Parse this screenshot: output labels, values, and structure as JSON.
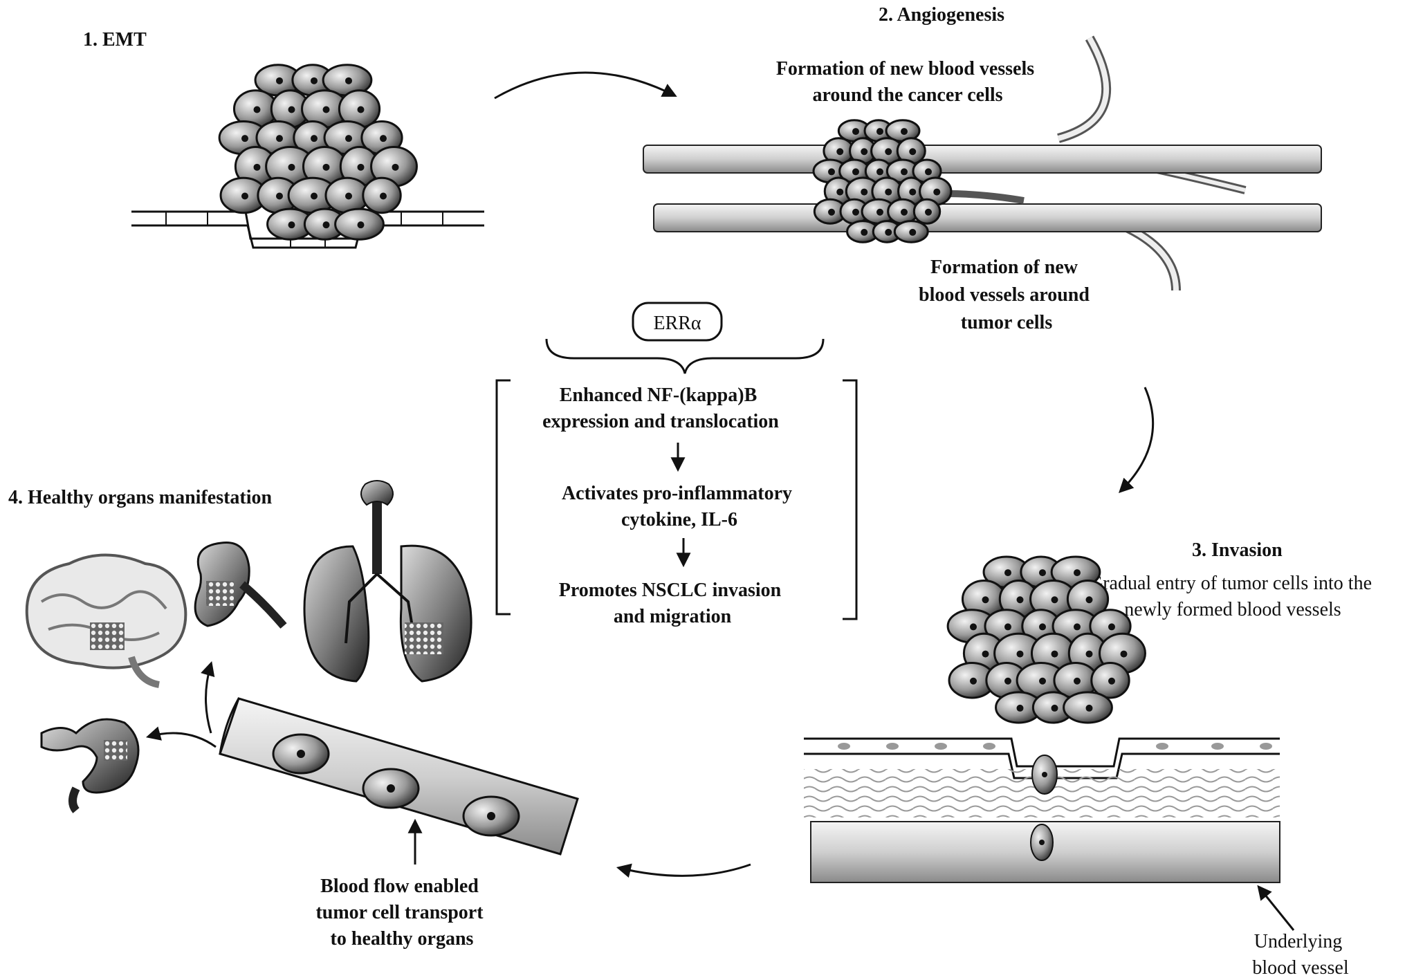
{
  "steps": {
    "emt": {
      "title": "1. EMT"
    },
    "angiogenesis": {
      "title": "2. Angiogenesis",
      "caption_top": [
        "Formation of new blood vessels",
        "around the cancer cells"
      ],
      "caption_bottom": [
        "Formation of new",
        "blood vessels around",
        "tumor cells"
      ]
    },
    "invasion": {
      "title": "3. Invasion",
      "caption": [
        "Gradual entry of tumor cells into the",
        "newly formed blood vessels"
      ],
      "vessel_label": [
        "Underlying",
        "blood vessel"
      ]
    },
    "healthy_organs": {
      "title": "4. Healthy organs manifestation",
      "flow_label": [
        "Blood flow enabled",
        "tumor cell transport",
        "to healthy organs"
      ]
    }
  },
  "mechanism": {
    "receptor": "ERRα",
    "steps": [
      [
        "Enhanced NF-(kappa)B",
        "expression and translocation"
      ],
      [
        "Activates pro-inflammatory",
        "cytokine, IL-6"
      ],
      [
        "Promotes NSCLC invasion",
        "and migration"
      ]
    ]
  },
  "colors": {
    "ink": "#111111",
    "cell_fill": "#9a9a9a",
    "vessel_fill": "#d6d6d6",
    "background": "#ffffff"
  }
}
